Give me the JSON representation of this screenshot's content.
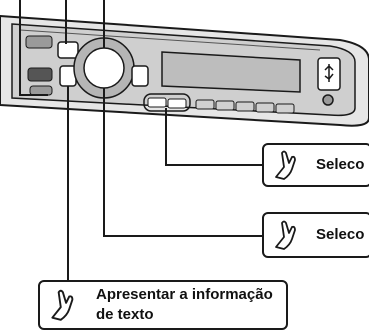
{
  "callouts": {
    "top_right": {
      "text": "Seleco"
    },
    "middle_right": {
      "text": "Seleco"
    },
    "bottom": {
      "text": "Apresentar a informação de texto"
    }
  },
  "device": {
    "indicator_label": "",
    "icons": [
      "usb-icon",
      "hand-pointer-icon"
    ]
  },
  "colors": {
    "line": "#1a1a1a",
    "panel": "#d9d9d9",
    "panel_dark": "#7a7a7a",
    "highlight": "#ffffff"
  }
}
